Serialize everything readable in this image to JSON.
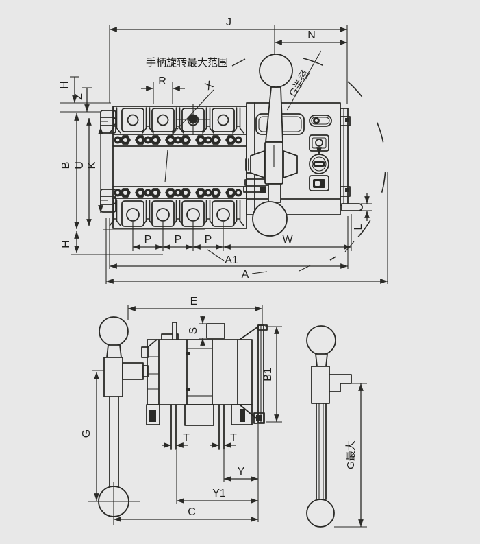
{
  "colors": {
    "background": "#e8e8e8",
    "line": "#2a2a27"
  },
  "labels": {
    "j": "J",
    "n": "N",
    "rotation_note": "手柄旋转最大范围",
    "g_radius": "G半径",
    "h_top": "H",
    "z": "Z",
    "b": "B",
    "u": "U",
    "k": "K",
    "h_bottom": "H",
    "r": "R",
    "x": "X",
    "p1": "P",
    "p2": "P",
    "p3": "P",
    "w": "W",
    "a1": "A1",
    "a": "A",
    "l": "L",
    "e": "E",
    "s": "S",
    "b1": "B1",
    "g": "G",
    "t1": "T",
    "t2": "T",
    "y": "Y",
    "y1": "Y1",
    "c": "C",
    "g_max": "G最大"
  }
}
